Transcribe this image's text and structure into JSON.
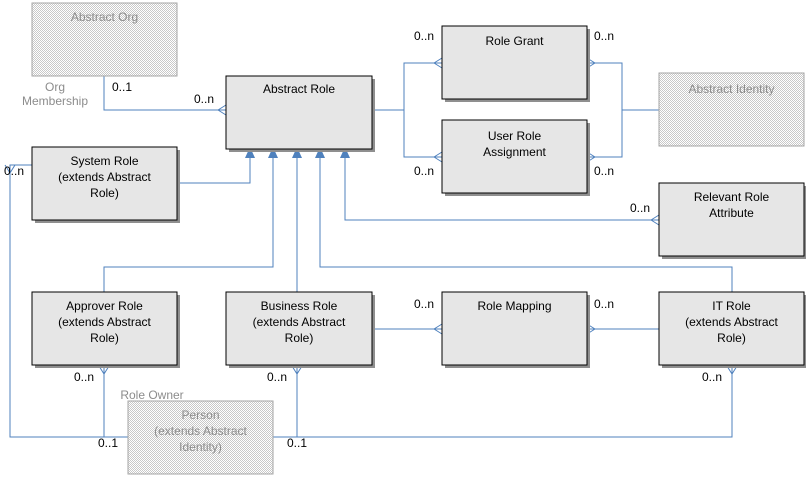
{
  "diagram": {
    "entities": {
      "abstract_org": {
        "lines": [
          "Abstract Org"
        ],
        "ghost": true
      },
      "abstract_role": {
        "lines": [
          "Abstract Role"
        ],
        "ghost": false
      },
      "role_grant": {
        "lines": [
          "Role Grant"
        ],
        "ghost": false
      },
      "user_role_assignment": {
        "lines": [
          "User Role",
          "Assignment"
        ],
        "ghost": false
      },
      "abstract_identity": {
        "lines": [
          "Abstract Identity"
        ],
        "ghost": true
      },
      "system_role": {
        "lines": [
          "System Role",
          "(extends Abstract",
          "Role)"
        ],
        "ghost": false
      },
      "relevant_role_attribute": {
        "lines": [
          "Relevant Role",
          "Attribute"
        ],
        "ghost": false
      },
      "approver_role": {
        "lines": [
          "Approver Role",
          "(extends Abstract",
          "Role)"
        ],
        "ghost": false
      },
      "business_role": {
        "lines": [
          "Business Role",
          "(extends Abstract",
          "Role)"
        ],
        "ghost": false
      },
      "role_mapping": {
        "lines": [
          "Role Mapping"
        ],
        "ghost": false
      },
      "it_role": {
        "lines": [
          "IT Role",
          "(extends Abstract",
          "Role)"
        ],
        "ghost": false
      },
      "person": {
        "lines": [
          "Person",
          "(extends Abstract",
          "Identity)"
        ],
        "ghost": true
      }
    },
    "multiplicities": {
      "org_membership_org_end": "0..1",
      "org_membership_role_end": "0..n",
      "role_grant_role_end": "0..n",
      "role_grant_identity_end": "0..n",
      "assignment_role_end": "0..n",
      "assignment_identity_end": "0..n",
      "system_role_end": "0..n",
      "relevant_attribute_end": "0..n",
      "mapping_business_end": "0..n",
      "mapping_it_end": "0..n",
      "approver_owner_end": "0..n",
      "business_owner_end": "0..n",
      "it_owner_end": "0..n",
      "person_left_end": "0..1",
      "person_right_end": "0..1"
    },
    "association_labels": {
      "org_membership": [
        "Org",
        "Membership"
      ],
      "role_owner": "Role Owner"
    },
    "colors": {
      "edge": "#4f81bd",
      "box_fill": "#e6e6e6",
      "box_border": "#000000",
      "ghost_border": "#a6a6a6",
      "ghost_text": "#8c8c8c"
    }
  }
}
